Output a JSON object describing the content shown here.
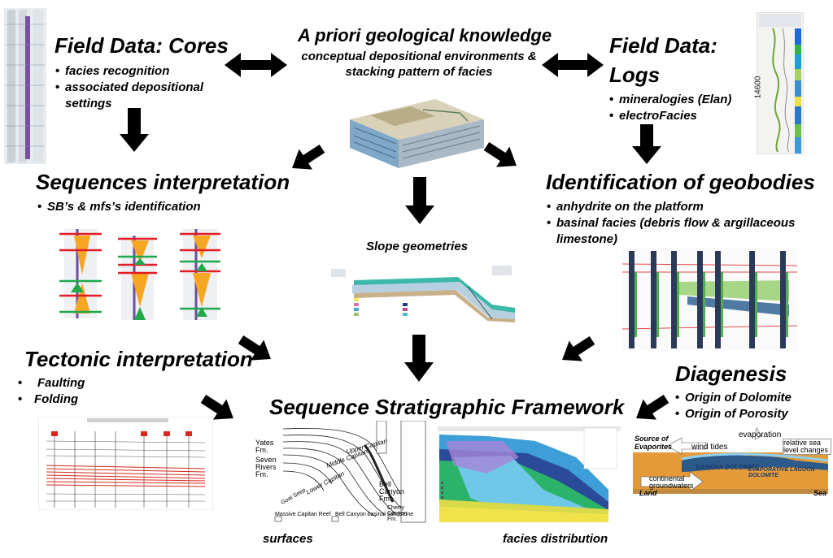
{
  "cores": {
    "title": "Field Data: Cores",
    "bullets": [
      "facies recognition",
      "associated depositional settings"
    ]
  },
  "apriori": {
    "title": "A priori geological knowledge",
    "subtitle": "conceptual depositional environments & stacking pattern of facies"
  },
  "logs": {
    "title_line1": "Field Data:",
    "title_line2": "Logs",
    "bullets": [
      "mineralogies (Elan)",
      "electroFacies"
    ],
    "depth_label": "14600"
  },
  "sequences": {
    "title": "Sequences interpretation",
    "bullets": [
      "SB’s & mfs’s identification"
    ]
  },
  "slope": {
    "caption": "Slope geometries"
  },
  "geobodies": {
    "title": "Identification of geobodies",
    "bullets": [
      "anhydrite on the platform",
      "basinal facies (debris flow & argillaceous limestone)"
    ]
  },
  "tectonic": {
    "title": "Tectonic interpretation",
    "bullets": [
      "Faulting",
      "Folding"
    ]
  },
  "framework": {
    "title": "Sequence Stratigraphic Framework",
    "caption_left": "surfaces",
    "caption_right": "facies distribution"
  },
  "diagenesis": {
    "title": "Diagenesis",
    "bullets": [
      "Origin of Dolomite",
      "Origin of Porosity"
    ]
  },
  "evap": {
    "source": "Source of Evaporites",
    "wind": "wind tides",
    "evaporation": "evaporation",
    "sealevel": "relative sea level changes",
    "sabkha": "SABKHA DOLOMITE",
    "lagoon": "EVAPORATIVE LAGOON DOLOMITE",
    "ground": "continental groundwaters",
    "land": "Land",
    "sea": "Sea"
  },
  "strat_labels": [
    "Yates Fm.",
    "Seven Rivers Fm.",
    "Bell Canyon Fm.",
    "Lower Capitan",
    "Middle Capitan",
    "Upper Capitan",
    "Goat Seep",
    "Cherry Canyon Fm.",
    "Massive Capitan Reef",
    "Bell Canyon basinal sandstone"
  ],
  "colors": {
    "arrow": "#000000",
    "sb_line": "#e31b23",
    "mfs_line": "#1fa84a",
    "triangle_orange": "#f5a623",
    "triangle_green": "#22a84a",
    "geobody_green": "#9ed27a",
    "geobody_blue": "#3d6b99",
    "fault_red": "#d8281e"
  }
}
